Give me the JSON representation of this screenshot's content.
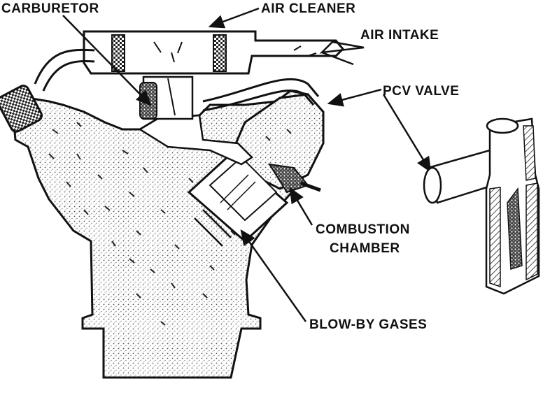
{
  "labels": {
    "carburetor": "CARBURETOR",
    "air_cleaner": "AIR CLEANER",
    "air_intake": "AIR INTAKE",
    "pcv_valve": "PCV VALVE",
    "combustion_line1": "COMBUSTION",
    "combustion_line2": "CHAMBER",
    "blow_by": "BLOW-BY GASES"
  },
  "colors": {
    "ink": "#111111",
    "stipple": "#7a7a7a",
    "paper": "#ffffff"
  }
}
